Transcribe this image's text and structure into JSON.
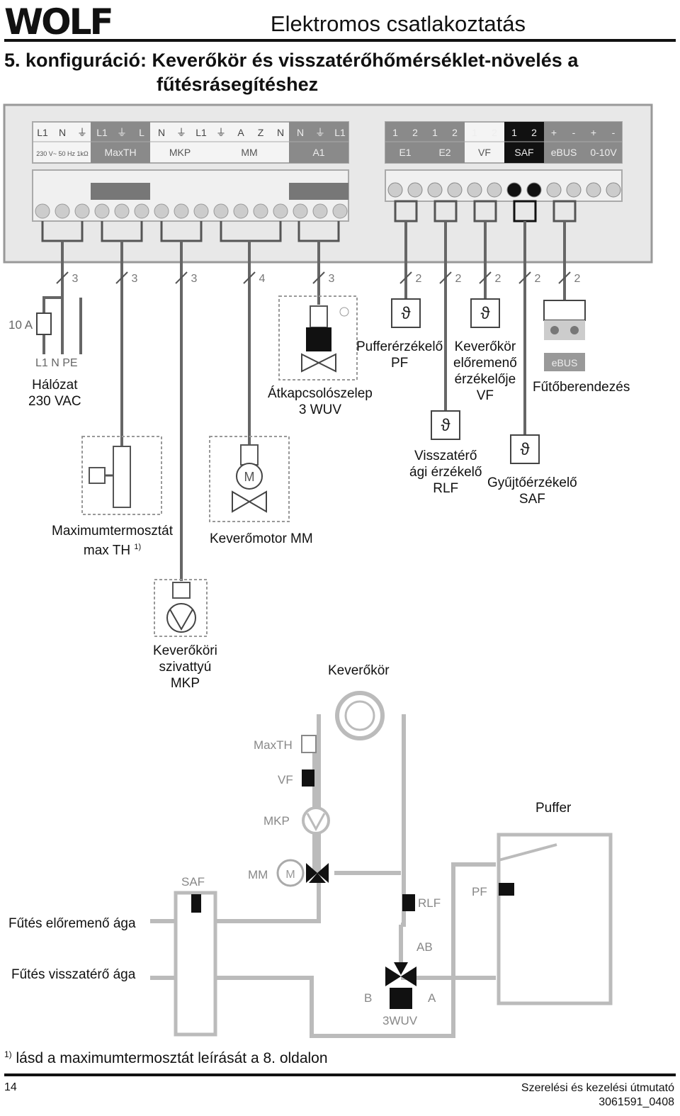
{
  "header": {
    "logo": "WOLF",
    "title": "Elektromos csatlakoztatás"
  },
  "section": {
    "line1": "5. konfiguráció: Keverőkör és visszatérőhőmérséklet-növelés a",
    "line2": "fűtésrásegítéshez"
  },
  "terminals": {
    "top_labels": [
      "L1",
      "N",
      "⏚",
      "L1",
      "⏚",
      "L",
      "N",
      "⏚",
      "L1",
      "⏚",
      "A",
      "Z",
      "N",
      "N",
      "⏚",
      "L1"
    ],
    "group_labels": [
      "230 V~ 50 Hz 1kΩ",
      "MaxTH",
      "MKP",
      "MM",
      "A1"
    ],
    "sensor_top_labels": [
      "1",
      "2",
      "1",
      "2",
      "1",
      "2",
      "1",
      "2",
      "+",
      "-",
      "+",
      "-"
    ],
    "sensor_group_labels": [
      "E1",
      "E2",
      "VF",
      "SAF",
      "eBUS",
      "0-10V"
    ]
  },
  "wire_counts": [
    "3",
    "3",
    "3",
    "4",
    "3",
    "2",
    "2",
    "2",
    "2",
    "2"
  ],
  "fuse_label": "10 A",
  "mains_terminals": "L1  N  PE",
  "components": {
    "mains": {
      "line1": "Hálózat",
      "line2": "230 VAC"
    },
    "valve": {
      "line1": "Átkapcsolószelep",
      "line2": "3 WUV"
    },
    "buffer_sensor": {
      "line1": "Pufferérzékelő",
      "line2": "PF"
    },
    "flow_sensor": {
      "line1": "Keverőkör",
      "line2": "előremenő",
      "line3": "érzékelője",
      "line4": "VF"
    },
    "heater": {
      "label": "Fűtőberendezés",
      "bus": "eBUS"
    },
    "return_sensor": {
      "line1": "Visszatérő",
      "line2": "ági érzékelő",
      "line3": "RLF"
    },
    "collector_sensor": {
      "line1": "Gyűjtőérzékelő",
      "line2": "SAF"
    },
    "max_thermostat": {
      "line1": "Maximumtermosztát",
      "line2": "max TH",
      "note": "1)"
    },
    "mixer_motor": {
      "label": "Keverőmotor MM"
    },
    "pump": {
      "line1": "Keverőköri",
      "line2": "szivattyú",
      "line3": "MKP"
    }
  },
  "hydraulic": {
    "circuit": "Keverőkör",
    "buffer": "Puffer",
    "maxth": "MaxTH",
    "vf": "VF",
    "mkp": "MKP",
    "mm": "MM",
    "saf": "SAF",
    "rlf": "RLF",
    "pf": "PF",
    "ab": "AB",
    "b": "B",
    "a": "A",
    "wuv": "3WUV",
    "flow": "Fűtés előremenő ága",
    "return": "Fűtés visszatérő ága"
  },
  "footnote": {
    "mark": "1)",
    "text": "lásd a maximumtermosztát leírását a 8. oldalon"
  },
  "footer": {
    "page": "14",
    "doc_title": "Szerelési és kezelési útmutató",
    "doc_number": "3061591_0408"
  }
}
